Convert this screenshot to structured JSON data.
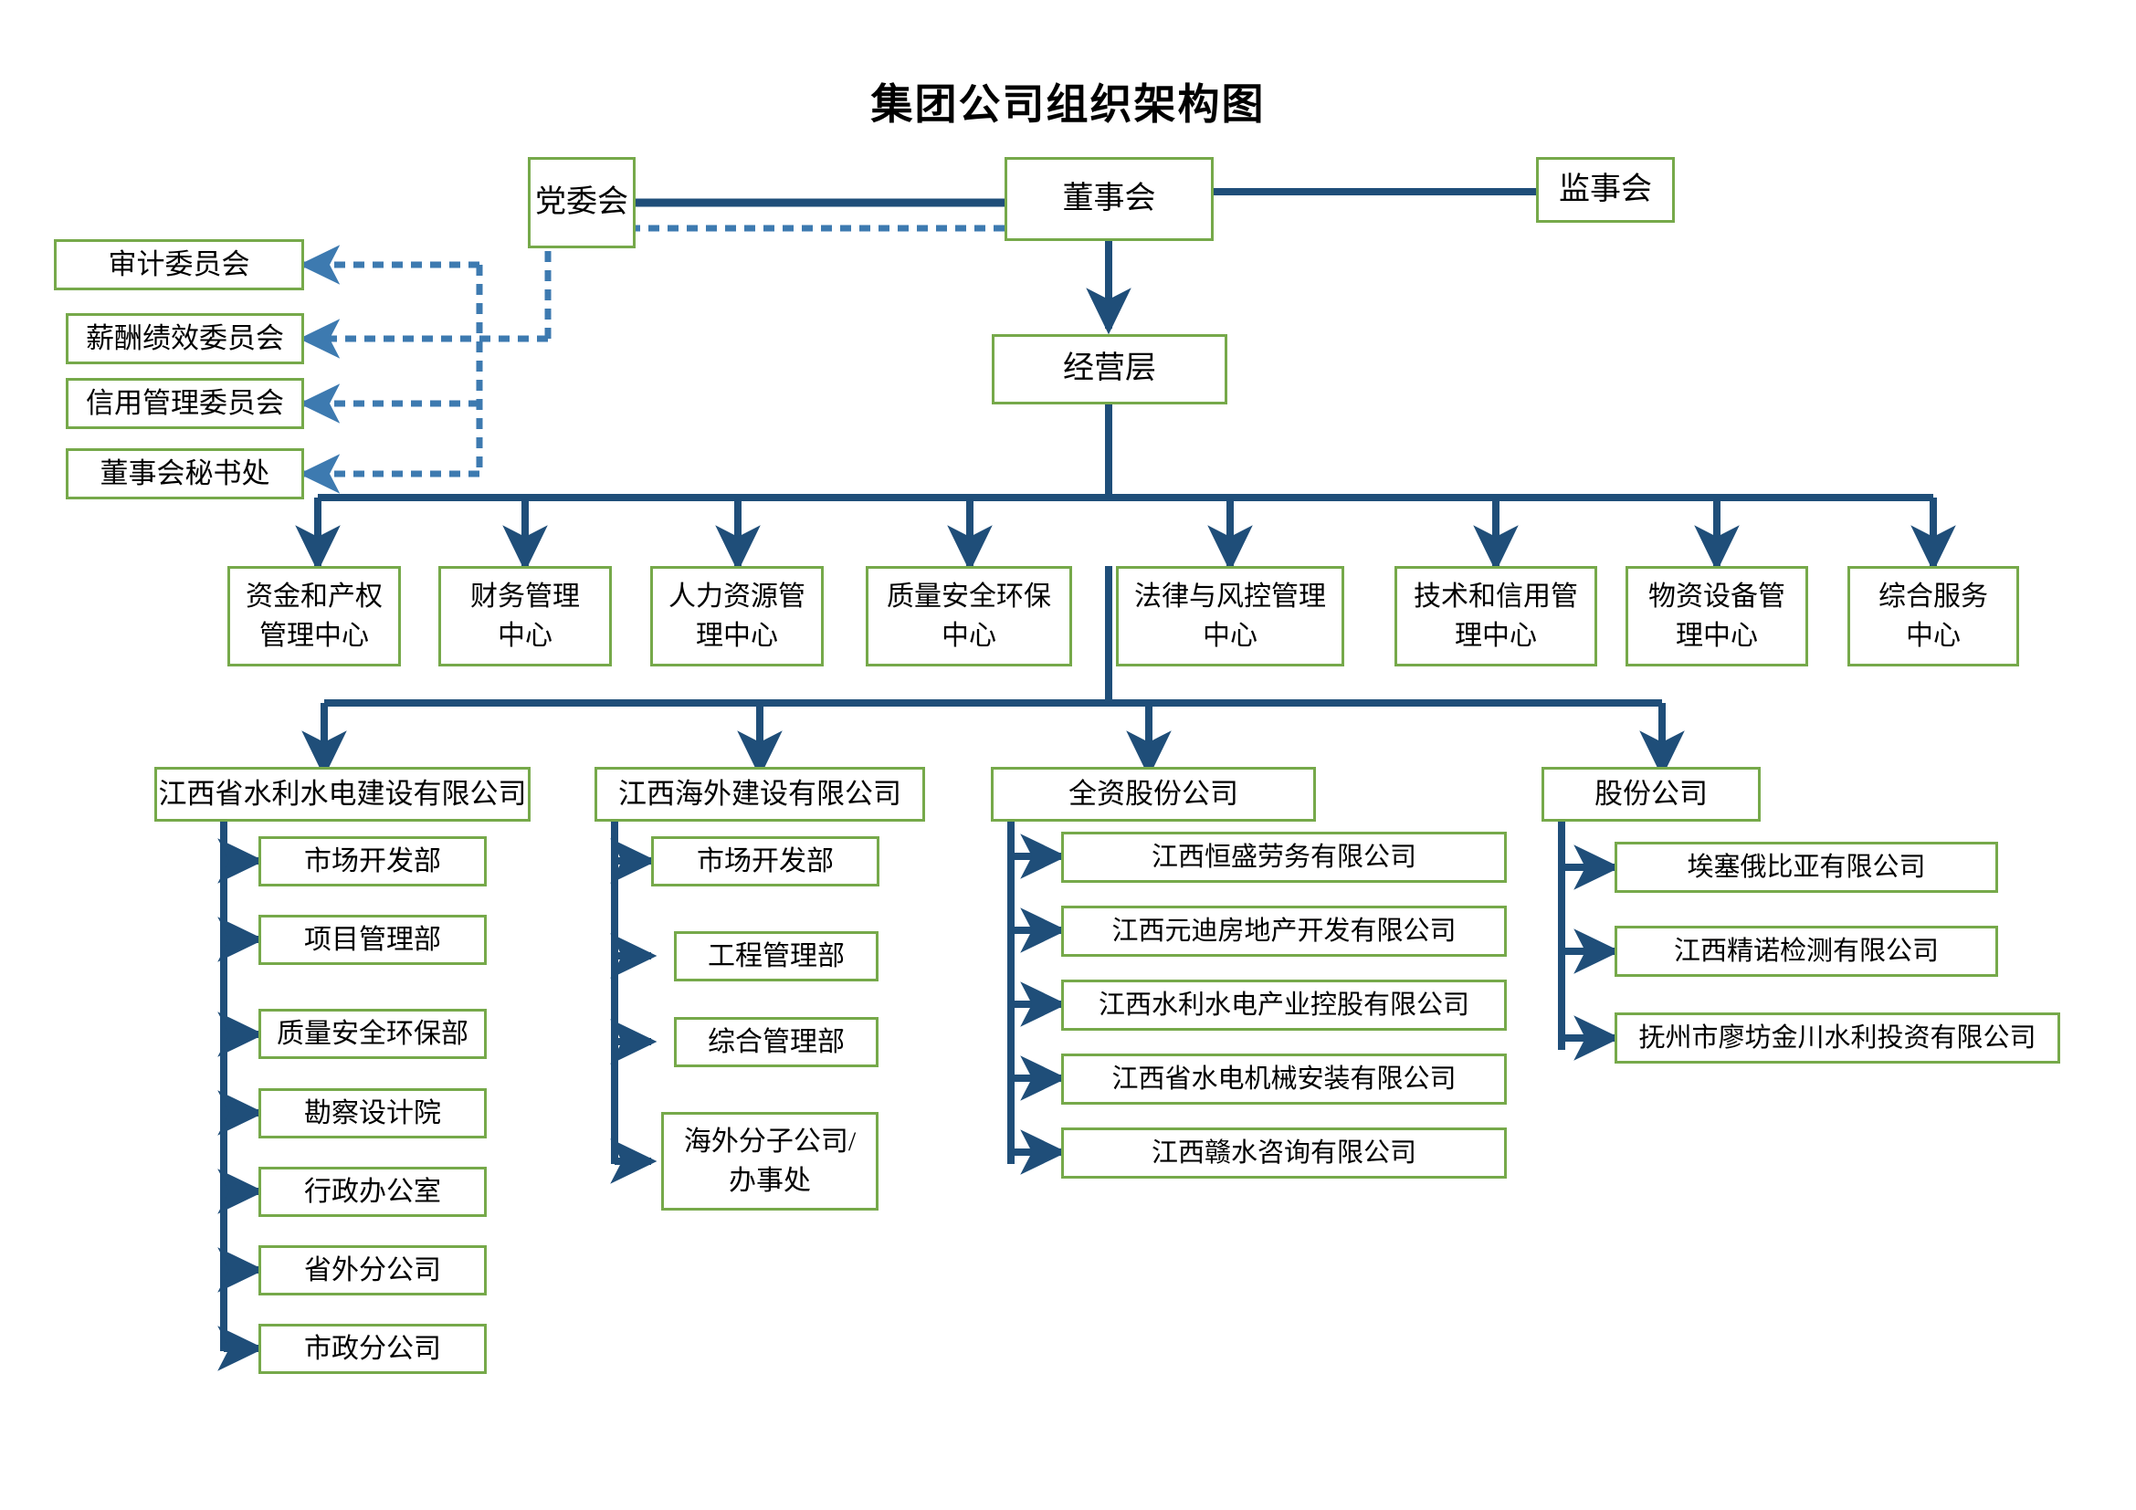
{
  "title": "集团公司组织架构图",
  "colors": {
    "box_border": "#76a94a",
    "solid_connector": "#1f4e79",
    "dotted_connector": "#3d7ab0",
    "box_fill": "#ffffff",
    "text": "#000000"
  },
  "governance": {
    "party_committee": "党委会",
    "board_of_directors": "董事会",
    "supervisory_board": "监事会",
    "management_layer": "经营层"
  },
  "board_committees": [
    {
      "label": "审计委员会"
    },
    {
      "label": "薪酬绩效委员会"
    },
    {
      "label": "信用管理委员会"
    },
    {
      "label": "董事会秘书处"
    }
  ],
  "management_centers": [
    {
      "label": "资金和产权\n管理中心"
    },
    {
      "label": "财务管理\n中心"
    },
    {
      "label": "人力资源管\n理中心"
    },
    {
      "label": "质量安全环保\n中心"
    },
    {
      "label": "法律与风控管理\n中心"
    },
    {
      "label": "技术和信用管\n理中心"
    },
    {
      "label": "物资设备管\n理中心"
    },
    {
      "label": "综合服务\n中心"
    }
  ],
  "subsidiary_groups": [
    {
      "name": "江西省水利水电建设有限公司",
      "children": [
        {
          "label": "市场开发部"
        },
        {
          "label": "项目管理部"
        },
        {
          "label": "质量安全环保部"
        },
        {
          "label": "勘察设计院"
        },
        {
          "label": "行政办公室"
        },
        {
          "label": "省外分公司"
        },
        {
          "label": "市政分公司"
        }
      ]
    },
    {
      "name": "江西海外建设有限公司",
      "children": [
        {
          "label": "市场开发部"
        },
        {
          "label": "工程管理部"
        },
        {
          "label": "综合管理部"
        },
        {
          "label": "海外分子公司/\n办事处"
        }
      ]
    },
    {
      "name": "全资股份公司",
      "children": [
        {
          "label": "江西恒盛劳务有限公司"
        },
        {
          "label": "江西元迪房地产开发有限公司"
        },
        {
          "label": "江西水利水电产业控股有限公司"
        },
        {
          "label": "江西省水电机械安装有限公司"
        },
        {
          "label": "江西赣水咨询有限公司"
        }
      ]
    },
    {
      "name": "股份公司",
      "children": [
        {
          "label": "埃塞俄比亚有限公司"
        },
        {
          "label": "江西精诺检测有限公司"
        },
        {
          "label": "抚州市廖坊金川水利投资有限公司"
        }
      ]
    }
  ]
}
